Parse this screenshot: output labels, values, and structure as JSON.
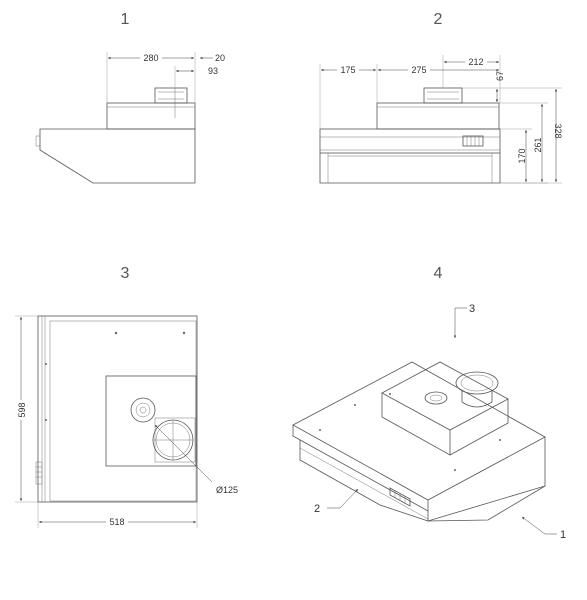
{
  "views": [
    {
      "number": "1"
    },
    {
      "number": "2"
    },
    {
      "number": "3"
    },
    {
      "number": "4"
    }
  ],
  "view1": {
    "dims": {
      "width": "280",
      "offset": "20",
      "duct": "93"
    }
  },
  "view2": {
    "dims": {
      "left": "175",
      "middle": "275",
      "top": "212",
      "duct_h": "67",
      "h170": "170",
      "h261": "261",
      "h328": "328"
    }
  },
  "view3": {
    "dims": {
      "depth": "598",
      "width": "518",
      "diameter": "Ø125"
    }
  },
  "view4": {
    "callouts": {
      "c1": "1",
      "c2": "2",
      "c3": "3"
    }
  }
}
